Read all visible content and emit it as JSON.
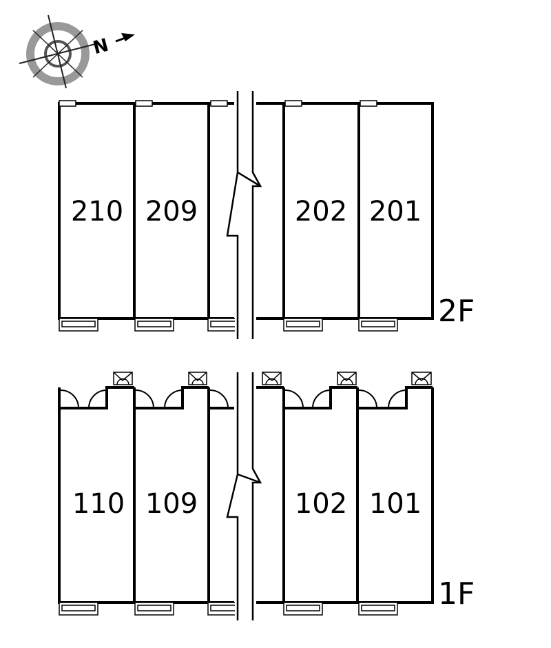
{
  "compass": {
    "north_letter": "N",
    "icon": "compass-rose-icon"
  },
  "floors": [
    {
      "id": "2F",
      "label": "2F",
      "units": [
        "210",
        "209",
        "202",
        "201"
      ]
    },
    {
      "id": "1F",
      "label": "1F",
      "units": [
        "110",
        "109",
        "102",
        "101"
      ]
    }
  ]
}
